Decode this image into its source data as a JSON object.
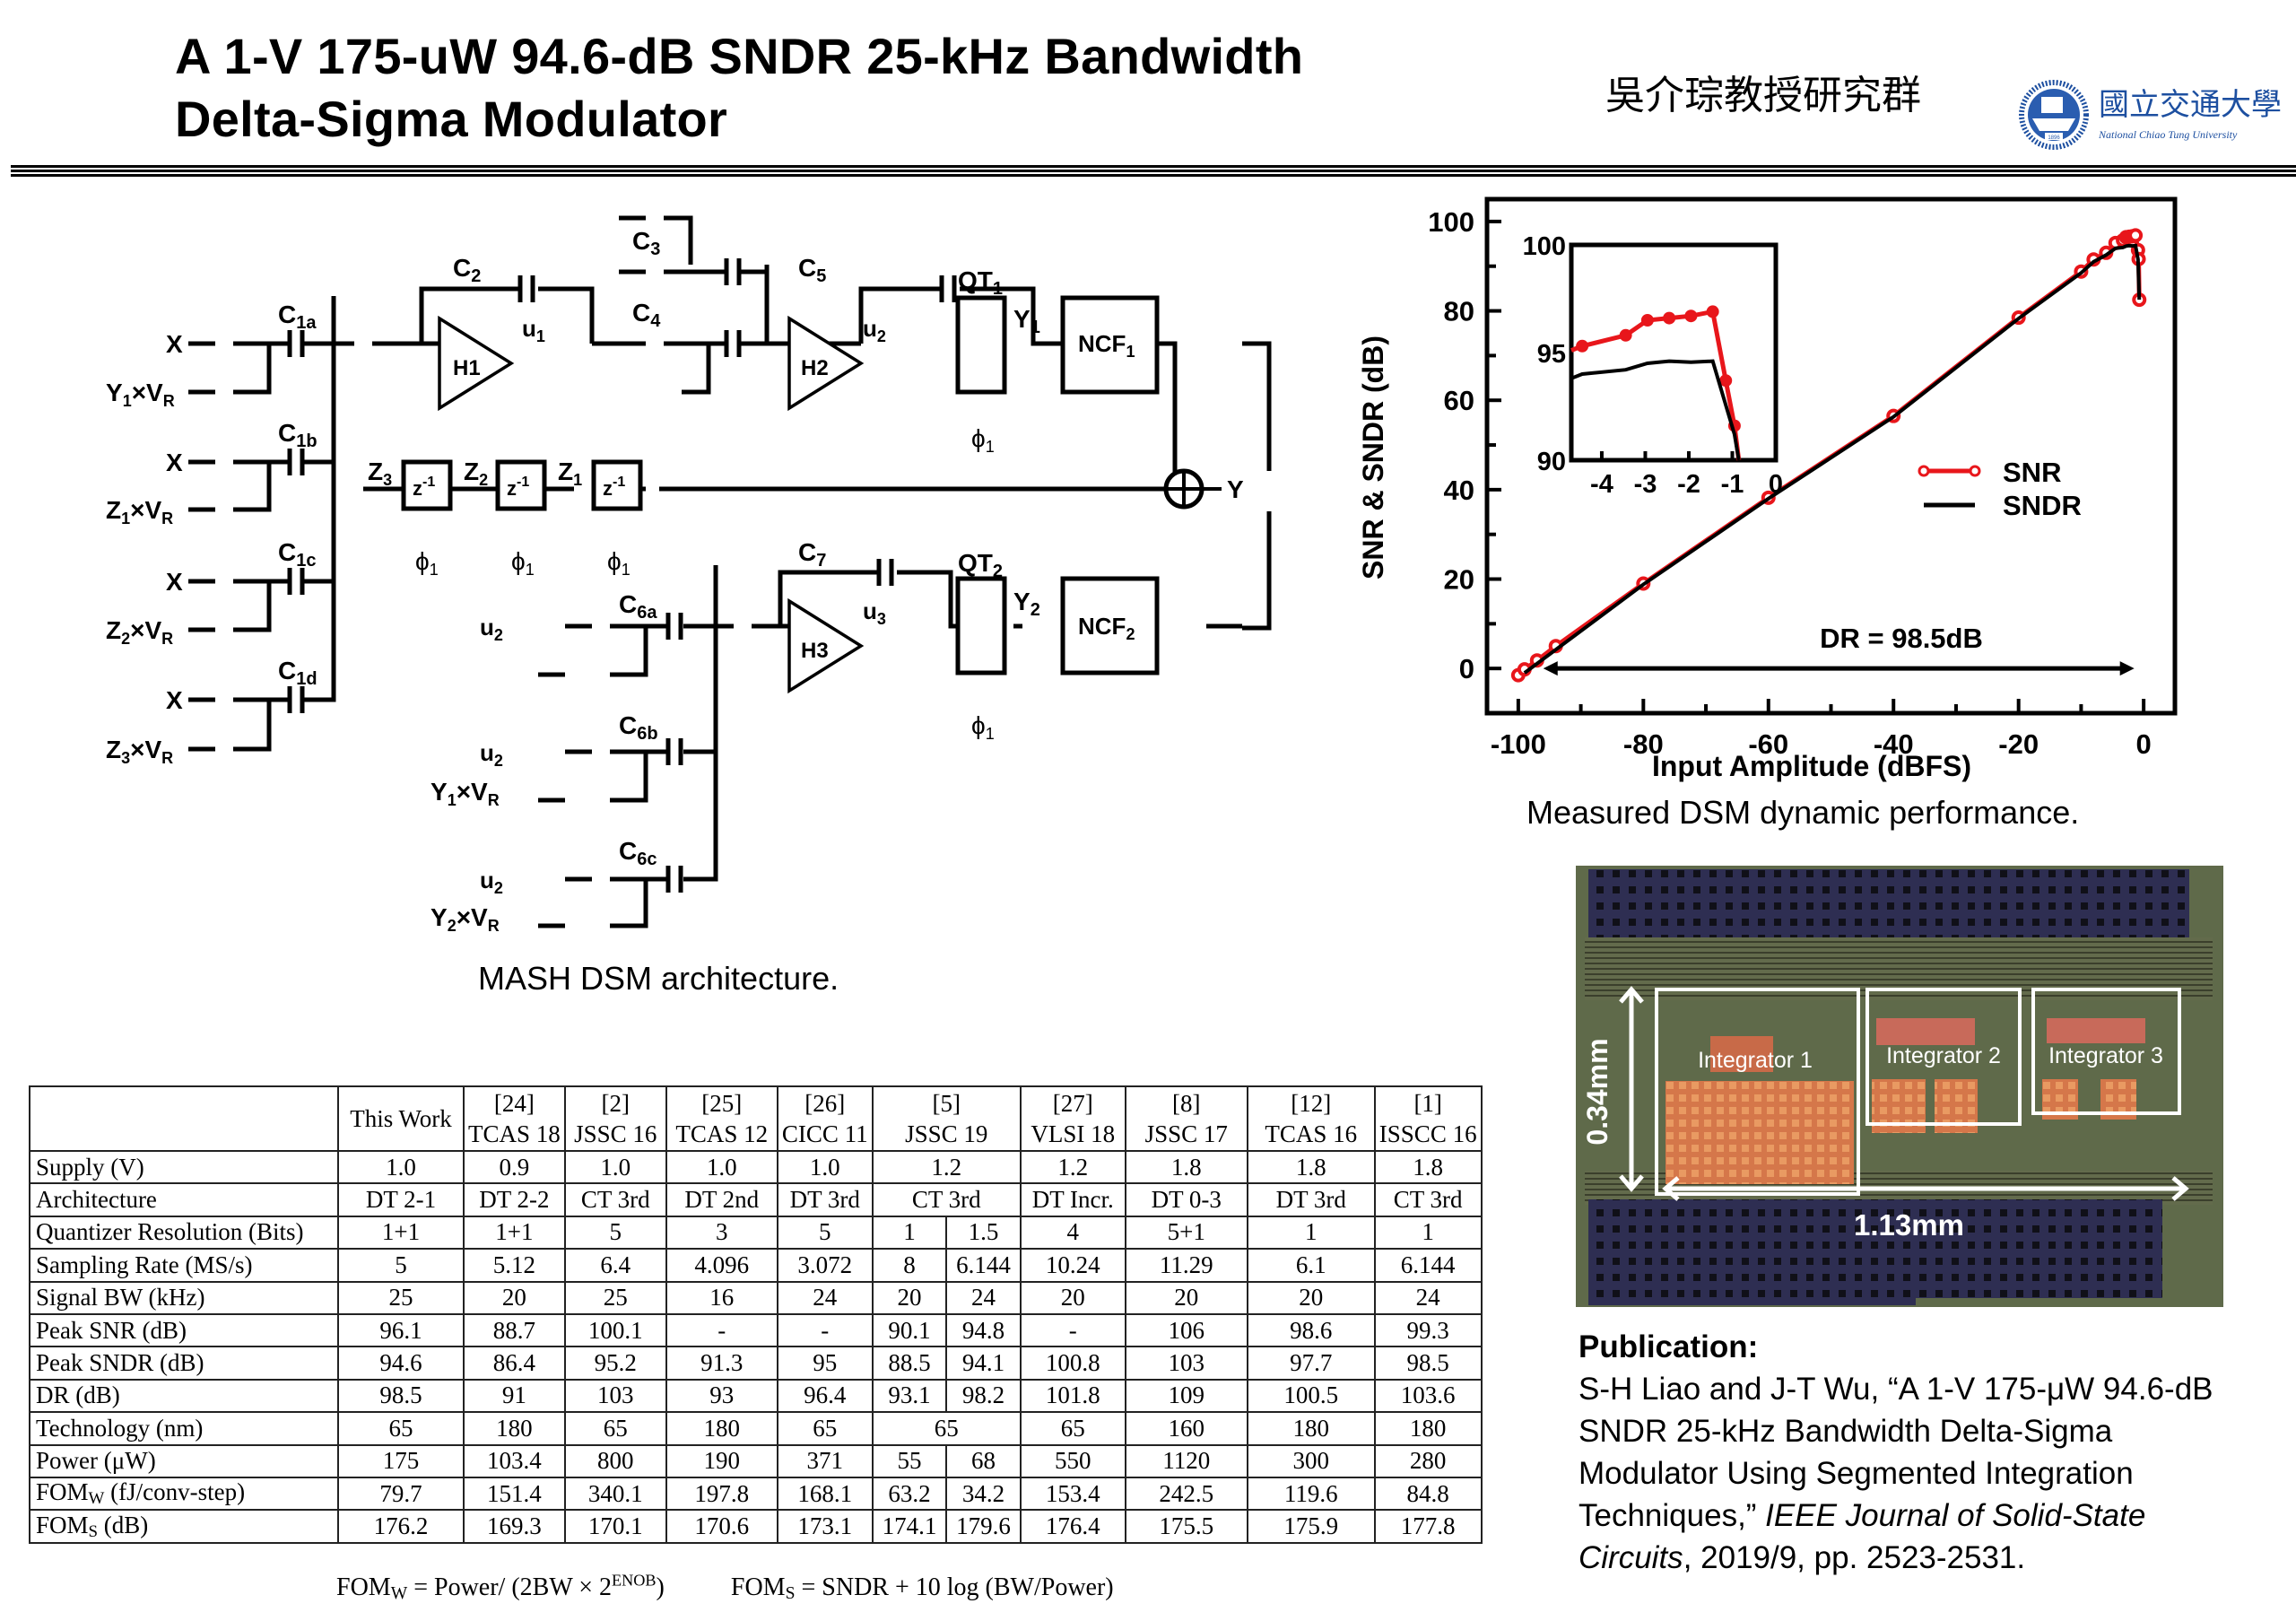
{
  "header": {
    "title_line1": "A 1-V 175-uW 94.6-dB SNDR 25-kHz Bandwidth",
    "title_line2": "Delta-Sigma Modulator",
    "group_name": "吳介琮教授研究群",
    "university_cn": "國立交通大學",
    "university_en": "National Chiao Tung University",
    "logo_year": "1896"
  },
  "schematic": {
    "caption": "MASH DSM architecture.",
    "labels": {
      "X": "X",
      "Y1VR": "Y",
      "Z1VR": "Z",
      "Z2VR": "Z",
      "Z3VR": "Z",
      "C1a": "a",
      "C1b": "b",
      "C1c": "c",
      "C1d": "d",
      "H1": "H1",
      "H2": "H2",
      "H3": "H3",
      "NCF1": "NCF",
      "NCF2": "NCF",
      "QT1": "QT",
      "QT2": "QT",
      "Y": "Y",
      "z": "z",
      "phi": "ϕ",
      "u": "u"
    }
  },
  "chart_data": {
    "type": "line",
    "title": "",
    "caption": "Measured DSM dynamic performance.",
    "xlabel": "Input Amplitude (dBFS)",
    "ylabel": "SNR & SNDR (dB)",
    "xlim": [
      -105,
      5
    ],
    "ylim": [
      -10,
      105
    ],
    "xticks": [
      -100,
      -80,
      -60,
      -40,
      -20,
      0
    ],
    "xtick_labels": [
      "-100",
      "-80",
      "-60",
      "-40",
      "-20",
      "0"
    ],
    "yticks": [
      0,
      20,
      40,
      60,
      80,
      100
    ],
    "ytick_labels": [
      "0",
      "20",
      "40",
      "60",
      "80",
      "100"
    ],
    "grid": false,
    "legend_position": "right",
    "annotation": "DR = 98.5dB",
    "dr_arrow": [
      -96,
      -1.5
    ],
    "series": [
      {
        "name": "SNR",
        "color": "#e8161b",
        "marker": "circle",
        "x": [
          -100,
          -99,
          -97,
          -94,
          -80,
          -60,
          -40,
          -20,
          -10,
          -8,
          -6,
          -4.5,
          -3.3,
          -2.8,
          -2.3,
          -1.8,
          -1.3,
          -0.9,
          -0.8,
          -0.7
        ],
        "y": [
          -1.5,
          -0.2,
          1.8,
          5,
          19,
          38.2,
          56.5,
          78.5,
          88.8,
          91.5,
          93,
          95.2,
          95.8,
          96.5,
          96.6,
          96.7,
          96.9,
          93.6,
          91.6,
          82.5
        ]
      },
      {
        "name": "SNDR",
        "color": "#000000",
        "marker": "none",
        "x": [
          -99,
          -80,
          -60,
          -40,
          -20,
          -10,
          -8,
          -6,
          -4.5,
          -3.3,
          -2.8,
          -2.3,
          -1.8,
          -1.3,
          -0.9,
          -0.7
        ],
        "y": [
          -1,
          18.8,
          38,
          56.3,
          78.3,
          88.5,
          91,
          92.5,
          94,
          94.2,
          94.5,
          94.6,
          94.55,
          94.6,
          91.5,
          82.5
        ]
      }
    ],
    "inset": {
      "xlim": [
        -4.7,
        0
      ],
      "ylim": [
        90,
        100
      ],
      "xticks": [
        -4,
        -3,
        -2,
        -1,
        0
      ],
      "xtick_labels": [
        "-4",
        "-3",
        "-2",
        "-1",
        "0"
      ],
      "yticks": [
        90,
        95,
        100
      ],
      "ytick_labels": [
        "90",
        "95",
        "100"
      ],
      "series": [
        {
          "name": "SNR",
          "x": [
            -4.7,
            -4.45,
            -3.45,
            -2.95,
            -2.45,
            -1.95,
            -1.45,
            -1.15,
            -0.95,
            -0.85
          ],
          "y": [
            95.1,
            95.3,
            95.8,
            96.5,
            96.6,
            96.7,
            96.9,
            93.7,
            91.6,
            90
          ]
        },
        {
          "name": "SNDR",
          "x": [
            -4.7,
            -4.45,
            -3.45,
            -2.95,
            -2.45,
            -1.95,
            -1.45,
            -0.95,
            -0.85
          ],
          "y": [
            93.8,
            94.0,
            94.2,
            94.5,
            94.6,
            94.55,
            94.6,
            91.2,
            90
          ]
        }
      ]
    }
  },
  "chip": {
    "blocks": [
      "Integrator 1",
      "Integrator 2",
      "Integrator 3"
    ],
    "height_label": "0.34mm",
    "width_label": "1.13mm"
  },
  "table": {
    "headers": [
      {
        "ref": "",
        "venue": "This Work"
      },
      {
        "ref": "[24]",
        "venue": "TCAS 18"
      },
      {
        "ref": "[2]",
        "venue": "JSSC 16"
      },
      {
        "ref": "[25]",
        "venue": "TCAS 12"
      },
      {
        "ref": "[26]",
        "venue": "CICC 11"
      },
      {
        "ref": "[5]",
        "venue": "JSSC 19"
      },
      {
        "ref": "[27]",
        "venue": "VLSI 18"
      },
      {
        "ref": "[8]",
        "venue": "JSSC 17"
      },
      {
        "ref": "[12]",
        "venue": "TCAS 16"
      },
      {
        "ref": "[1]",
        "venue": "ISSCC 16"
      }
    ],
    "rows": [
      {
        "label": "Supply (V)",
        "cells": [
          "1.0",
          "0.9",
          "1.0",
          "1.0",
          "1.0",
          [
            "1.2"
          ],
          "1.2",
          "1.8",
          "1.8",
          "1.8"
        ]
      },
      {
        "label": "Architecture",
        "cells": [
          "DT 2-1",
          "DT 2-2",
          "CT 3rd",
          "DT 2nd",
          "DT 3rd",
          [
            "CT 3rd"
          ],
          "DT Incr.",
          "DT 0-3",
          "DT 3rd",
          "CT 3rd"
        ]
      },
      {
        "label": "Quantizer Resolution (Bits)",
        "cells": [
          "1+1",
          "1+1",
          "5",
          "3",
          "5",
          [
            "1",
            "1.5"
          ],
          "4",
          "5+1",
          "1",
          "1"
        ]
      },
      {
        "label": "Sampling Rate (MS/s)",
        "cells": [
          "5",
          "5.12",
          "6.4",
          "4.096",
          "3.072",
          [
            "8",
            "6.144"
          ],
          "10.24",
          "11.29",
          "6.1",
          "6.144"
        ]
      },
      {
        "label": "Signal BW (kHz)",
        "cells": [
          "25",
          "20",
          "25",
          "16",
          "24",
          [
            "20",
            "24"
          ],
          "20",
          "20",
          "20",
          "24"
        ]
      },
      {
        "label": "Peak SNR (dB)",
        "cells": [
          "96.1",
          "88.7",
          "100.1",
          "-",
          "-",
          [
            "90.1",
            "94.8"
          ],
          "-",
          "106",
          "98.6",
          "99.3"
        ]
      },
      {
        "label": "Peak SNDR (dB)",
        "cells": [
          "94.6",
          "86.4",
          "95.2",
          "91.3",
          "95",
          [
            "88.5",
            "94.1"
          ],
          "100.8",
          "103",
          "97.7",
          "98.5"
        ]
      },
      {
        "label": "DR (dB)",
        "cells": [
          "98.5",
          "91",
          "103",
          "93",
          "96.4",
          [
            "93.1",
            "98.2"
          ],
          "101.8",
          "109",
          "100.5",
          "103.6"
        ]
      },
      {
        "label": "Technology (nm)",
        "cells": [
          "65",
          "180",
          "65",
          "180",
          "65",
          [
            "65"
          ],
          "65",
          "160",
          "180",
          "180"
        ]
      },
      {
        "label": "Power (μW)",
        "cells": [
          "175",
          "103.4",
          "800",
          "190",
          "371",
          [
            "55",
            "68"
          ],
          "550",
          "1120",
          "300",
          "280"
        ]
      },
      {
        "label": "FOMW (fJ/conv-step)",
        "label_main": "FOM",
        "label_sub": "W",
        "label_rest": " (fJ/conv-step)",
        "cells": [
          "79.7",
          "151.4",
          "340.1",
          "197.8",
          "168.1",
          [
            "63.2",
            "34.2"
          ],
          "153.4",
          "242.5",
          "119.6",
          "84.8"
        ]
      },
      {
        "label": "FOMS (dB)",
        "label_main": "FOM",
        "label_sub": "S",
        "label_rest": " (dB)",
        "cells": [
          "176.2",
          "169.3",
          "170.1",
          "170.6",
          "173.1",
          [
            "174.1",
            "179.6"
          ],
          "176.4",
          "175.5",
          "175.9",
          "177.8"
        ]
      }
    ],
    "formula_w": {
      "lhs": "FOM",
      "lhs_sub": "W",
      "mid": " = Power/ (2BW × 2",
      "sup": "ENOB",
      "end": ")"
    },
    "formula_s": {
      "lhs": "FOM",
      "lhs_sub": "S",
      "rhs": " = SNDR + 10 log (BW/Power)"
    }
  },
  "publication": {
    "heading": "Publication:",
    "authors_title": "S-H Liao and J-T Wu, “A 1-V 175-μW 94.6-dB SNDR 25-kHz Bandwidth Delta-Sigma Modulator Using Segmented Integration Techniques,” ",
    "journal": "IEEE Journal of Solid-State Circuits",
    "details": ", 2019/9, pp. 2523-2531."
  }
}
